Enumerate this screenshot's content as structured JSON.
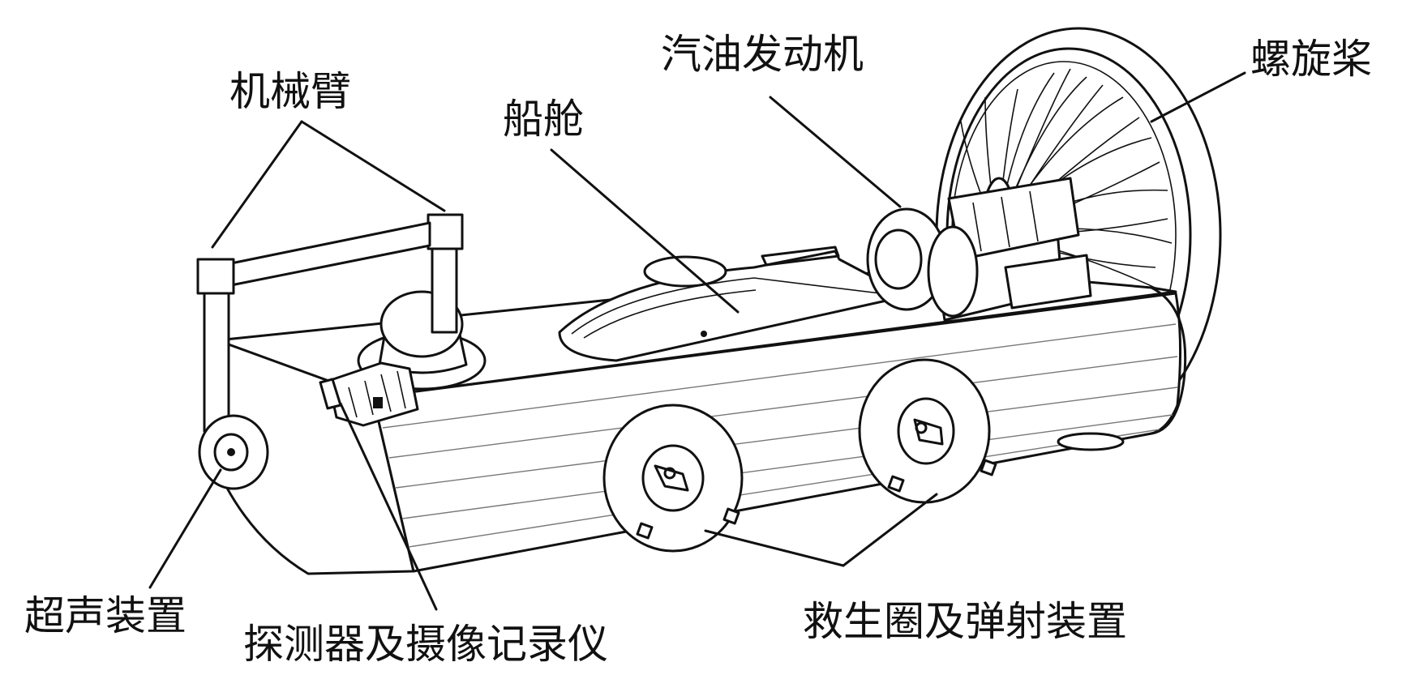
{
  "labels": {
    "robotic_arm": "机械臂",
    "cabin": "船舱",
    "gasoline_engine": "汽油发动机",
    "propeller": "螺旋桨",
    "ultrasonic_device": "超声装置",
    "detector_camera_recorder": "探测器及摄像记录仪",
    "lifebuoy_ejector": "救生圈及弹射装置"
  },
  "colors": {
    "stroke": "#111111",
    "background": "#ffffff",
    "hull_stripe": "#777777"
  }
}
